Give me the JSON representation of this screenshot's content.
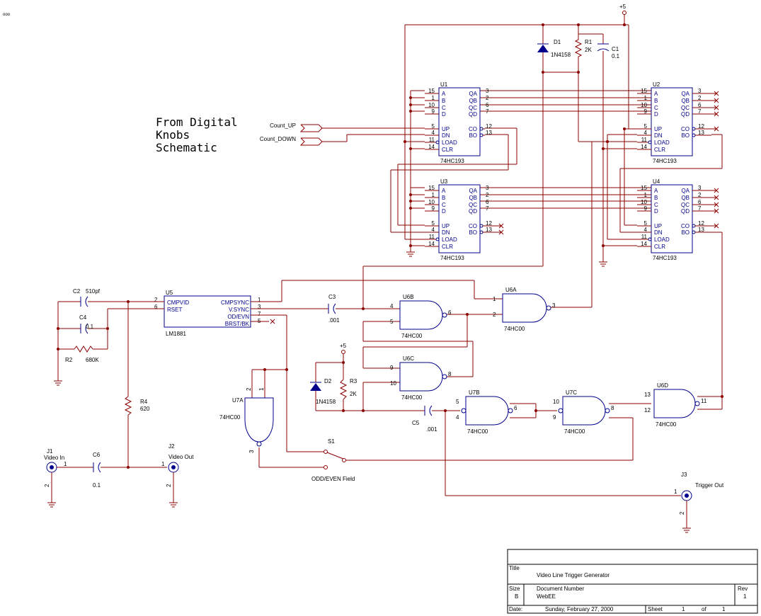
{
  "corner_mark": "ooo",
  "note": {
    "line1": "From Digital",
    "line2": "Knobs",
    "line3": "Schematic"
  },
  "signals": {
    "count_up": "Count_UP",
    "count_down": "Count_DOWN"
  },
  "supply": {
    "vcc": "+5"
  },
  "counter_pins": {
    "in_names": [
      "A",
      "B",
      "C",
      "D"
    ],
    "in_nums": [
      "15",
      "1",
      "10",
      "9"
    ],
    "out_names": [
      "QA",
      "QB",
      "QC",
      "QD"
    ],
    "out_nums": [
      "3",
      "2",
      "6",
      "7"
    ],
    "ctrl_names": [
      "UP",
      "DN",
      "LOAD",
      "CLR"
    ],
    "ctrl_nums": [
      "5",
      "4",
      "11",
      "14"
    ],
    "co": "CO",
    "bo": "BO",
    "co_num": "12",
    "bo_num": "13"
  },
  "counters": [
    {
      "ref": "U1",
      "part": "74HC193"
    },
    {
      "ref": "U2",
      "part": "74HC193"
    },
    {
      "ref": "U3",
      "part": "74HC193"
    },
    {
      "ref": "U4",
      "part": "74HC193"
    }
  ],
  "u5": {
    "ref": "U5",
    "part": "LM1881",
    "left_pins": [
      {
        "name": "CMPVID",
        "num": "2"
      },
      {
        "name": "RSET",
        "num": "6"
      }
    ],
    "right_pins": [
      {
        "name": "CMPSYNC",
        "num": "1"
      },
      {
        "name": "V.SYNC",
        "num": "3"
      },
      {
        "name": "OD/EVN",
        "num": "7"
      },
      {
        "name": "BRST/BK",
        "num": "5"
      }
    ]
  },
  "gates": {
    "u6a": {
      "ref": "U6A",
      "part": "74HC00",
      "in1": "1",
      "in2": "2",
      "out": "3"
    },
    "u6b": {
      "ref": "U6B",
      "part": "74HC00",
      "in1": "4",
      "in2": "5",
      "out": "6"
    },
    "u6c": {
      "ref": "U6C",
      "part": "74HC00",
      "in1": "9",
      "in2": "10",
      "out": "8"
    },
    "u6d": {
      "ref": "U6D",
      "part": "74HC00",
      "in1": "13",
      "in2": "12",
      "out": "11"
    },
    "u7a": {
      "ref": "U7A",
      "part": "74HC00",
      "in1": "2",
      "in2": "1",
      "out": "3"
    },
    "u7b": {
      "ref": "U7B",
      "part": "74HC00",
      "in1": "5",
      "in2": "4",
      "out": "6"
    },
    "u7c": {
      "ref": "U7C",
      "part": "74HC00",
      "in1": "10",
      "in2": "9",
      "out": "8"
    }
  },
  "parts": {
    "d1": {
      "ref": "D1",
      "value": "1N4158"
    },
    "r1": {
      "ref": "R1",
      "value": "2K"
    },
    "c1": {
      "ref": "C1",
      "value": "0.1"
    },
    "c2": {
      "ref": "C2",
      "value": "510pf"
    },
    "c4": {
      "ref": "C4",
      "value": "0.1"
    },
    "r2": {
      "ref": "R2",
      "value": "680K"
    },
    "c3": {
      "ref": "C3",
      "value": ".001"
    },
    "d2": {
      "ref": "D2",
      "value": "1N4158"
    },
    "r3": {
      "ref": "R3",
      "value": "2K"
    },
    "c5": {
      "ref": "C5",
      "value": ".001"
    },
    "r4": {
      "ref": "R4",
      "value": "620"
    },
    "c6": {
      "ref": "C6",
      "value": "0.1"
    },
    "s1": {
      "ref": "S1",
      "label": "ODD/EVEN Field"
    },
    "j1": {
      "ref": "J1",
      "label": "Video In",
      "pin1": "1",
      "pin2": "2"
    },
    "j2": {
      "ref": "J2",
      "label": "Video Out",
      "pin1": "1",
      "pin2": "2"
    },
    "j3": {
      "ref": "J3",
      "label": "Trigger Out",
      "pin1": "1",
      "pin2": "2"
    }
  },
  "title_block": {
    "title_label": "Title",
    "title": "Video Line Trigger Generator",
    "size_label": "Size",
    "size": "B",
    "docnum_label": "Document Number",
    "docnum": "WebEE",
    "rev_label": "Rev",
    "rev": "1",
    "date_label": "Date:",
    "date": "Sunday, February 27, 2000",
    "sheet_label": "Sheet",
    "sheet": "1",
    "of_label": "of",
    "sheets": "1"
  }
}
